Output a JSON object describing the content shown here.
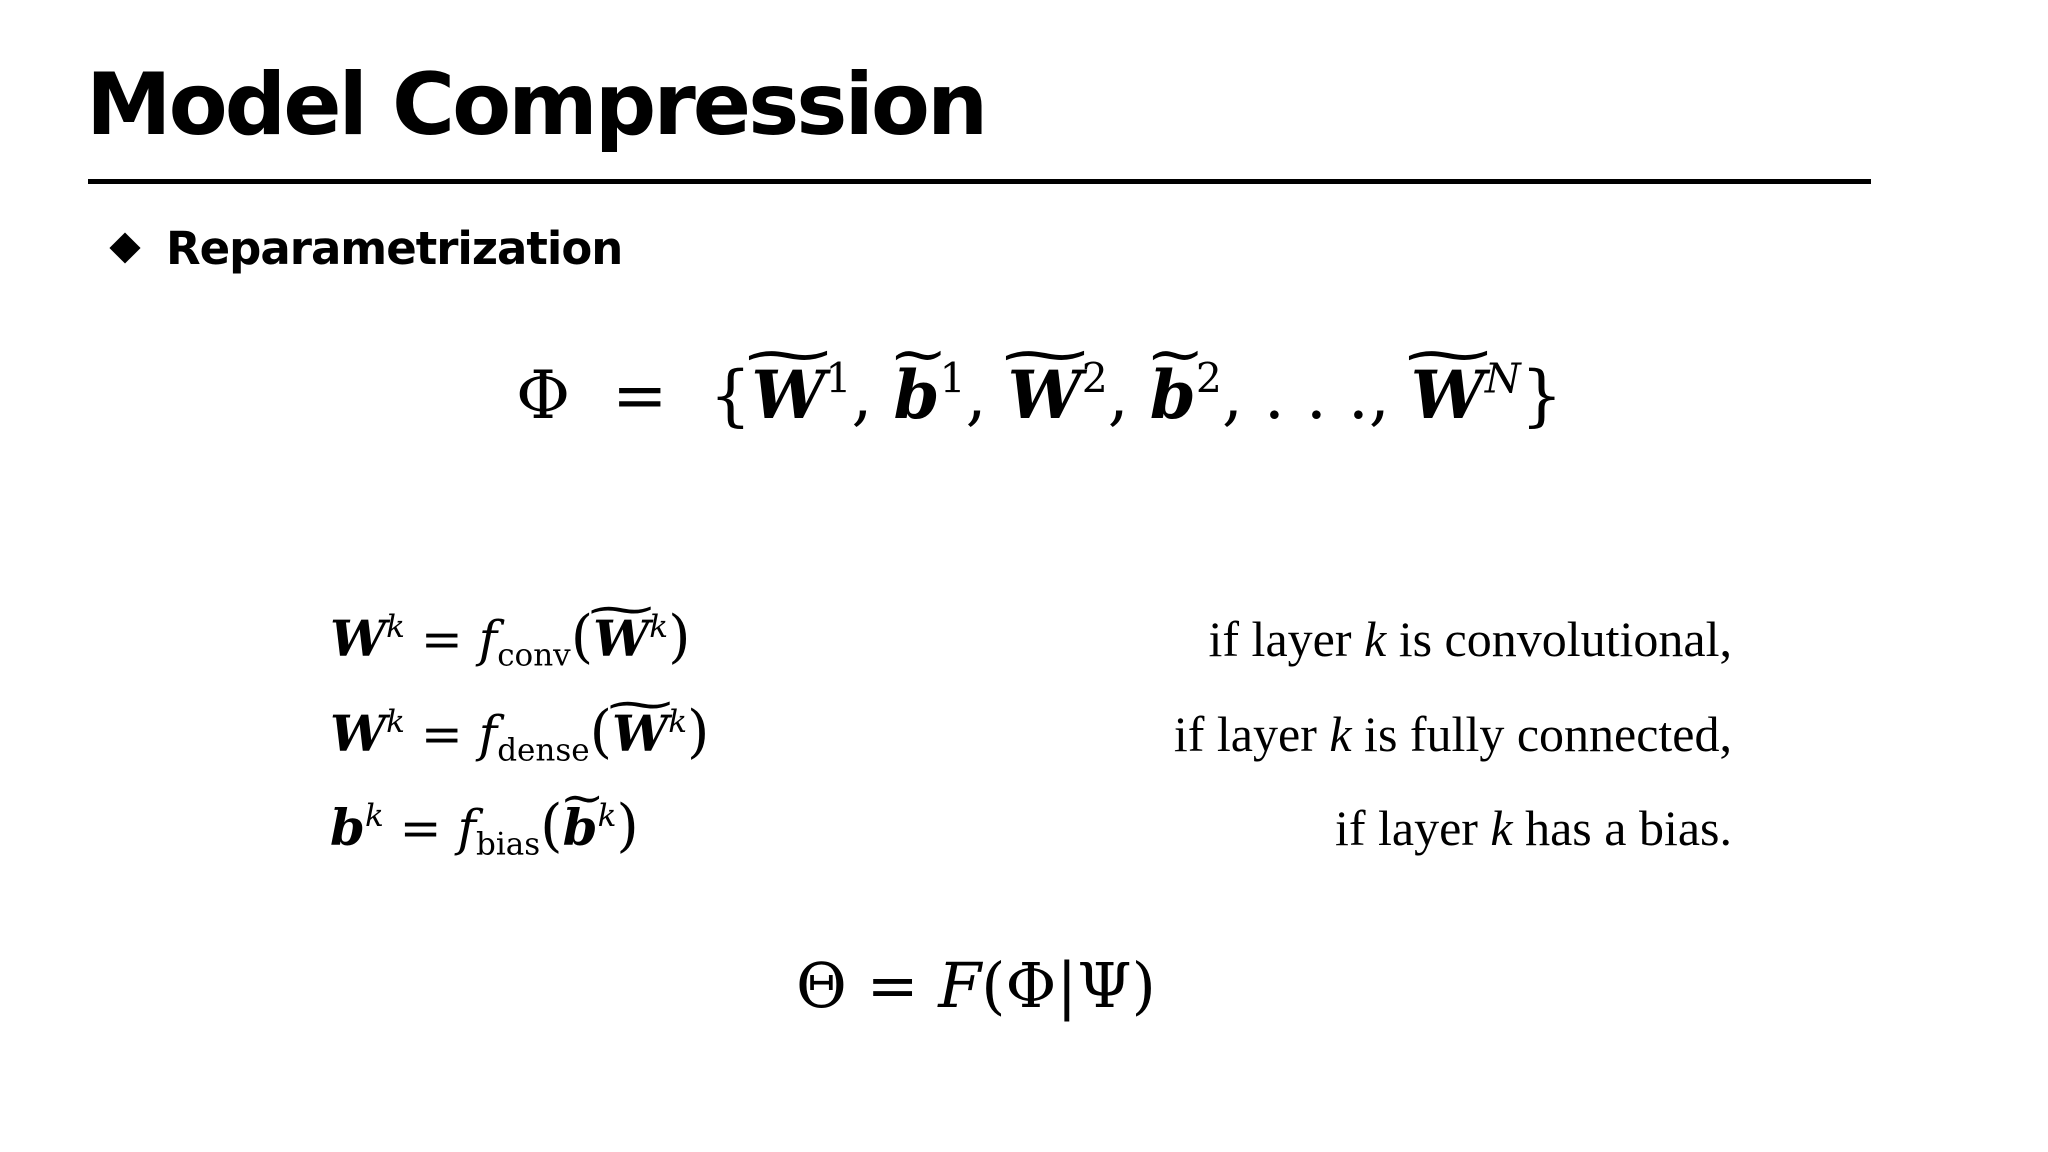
{
  "slide": {
    "title": "Model Compression",
    "bullet": {
      "icon": "diamond-bullet-icon",
      "text": "Reparametrization"
    }
  },
  "equations": {
    "phi": {
      "lhs": "Φ",
      "op": "=",
      "set_open": "{",
      "W": "W",
      "b": "b",
      "sup1": "1",
      "sup2": "2",
      "supN": "N",
      "comma": ",",
      "ellipsis": ". . .",
      "set_close": "}"
    },
    "rows": [
      {
        "lhs_symbol": "W",
        "lhs_sup": "k",
        "op": "=",
        "func": "f",
        "func_sub": "conv",
        "arg_symbol": "W",
        "arg_sup": "k",
        "condition_prefix": "if layer ",
        "condition_var": "k",
        "condition_suffix": " is convolutional,"
      },
      {
        "lhs_symbol": "W",
        "lhs_sup": "k",
        "op": "=",
        "func": "f",
        "func_sub": "dense",
        "arg_symbol": "W",
        "arg_sup": "k",
        "condition_prefix": "if layer ",
        "condition_var": "k",
        "condition_suffix": " is fully connected,"
      },
      {
        "lhs_symbol": "b",
        "lhs_sup": "k",
        "op": "=",
        "func": "f",
        "func_sub": "bias",
        "arg_symbol": "b",
        "arg_sup": "k",
        "condition_prefix": "if layer ",
        "condition_var": "k",
        "condition_suffix": " has a bias."
      }
    ],
    "theta": {
      "lhs": "Θ",
      "op": "=",
      "func": "F",
      "open": "(",
      "arg1": "Φ",
      "sep": "|",
      "arg2": "Ψ",
      "close": ")"
    }
  }
}
